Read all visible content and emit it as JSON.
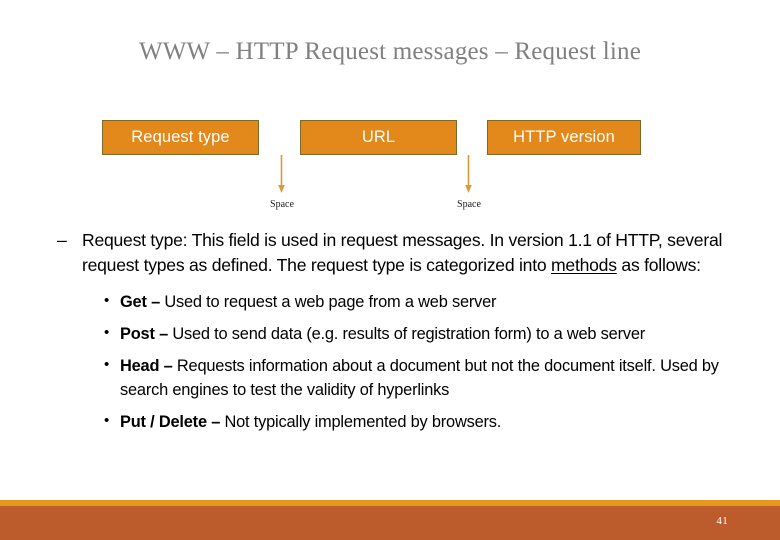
{
  "slide": {
    "title": "WWW – HTTP Request messages – Request line",
    "page_number": "41",
    "colors": {
      "box_fill": "#E3891C",
      "box_border": "#7E6A28",
      "box_text": "#FFFFFF",
      "arrow": "#D89B3A",
      "title_text": "#808080",
      "footer_stripe": "#E8971E",
      "footer_bar": "#BC5B2C",
      "body_text": "#000000",
      "background": "#FFFFFF"
    }
  },
  "diagram": {
    "boxes": [
      {
        "label": "Request type"
      },
      {
        "label": "URL"
      },
      {
        "label": "HTTP version"
      }
    ],
    "arrow_labels": [
      {
        "label": "Space"
      },
      {
        "label": "Space"
      }
    ]
  },
  "body": {
    "paragraph": {
      "dash": "–",
      "text_before_underline": "Request type: This field is used in request messages. In version 1.1 of HTTP, several request types as defined. The request type is categorized into ",
      "underlined": "methods",
      "text_after_underline": " as follows:"
    },
    "bullets": [
      {
        "marker": "•",
        "term": "Get",
        "separator": " – ",
        "description": "Used to request a web page from a web server"
      },
      {
        "marker": "•",
        "term": "Post",
        "separator": " – ",
        "description": "Used to send data (e.g. results of registration form) to a web server"
      },
      {
        "marker": "•",
        "term": "Head",
        "separator": " – ",
        "description": "Requests information about a document but not the document itself. Used by search engines to test the validity of hyperlinks"
      },
      {
        "marker": "•",
        "term": "Put / Delete",
        "separator": " – ",
        "description": "Not typically implemented by browsers."
      }
    ]
  }
}
